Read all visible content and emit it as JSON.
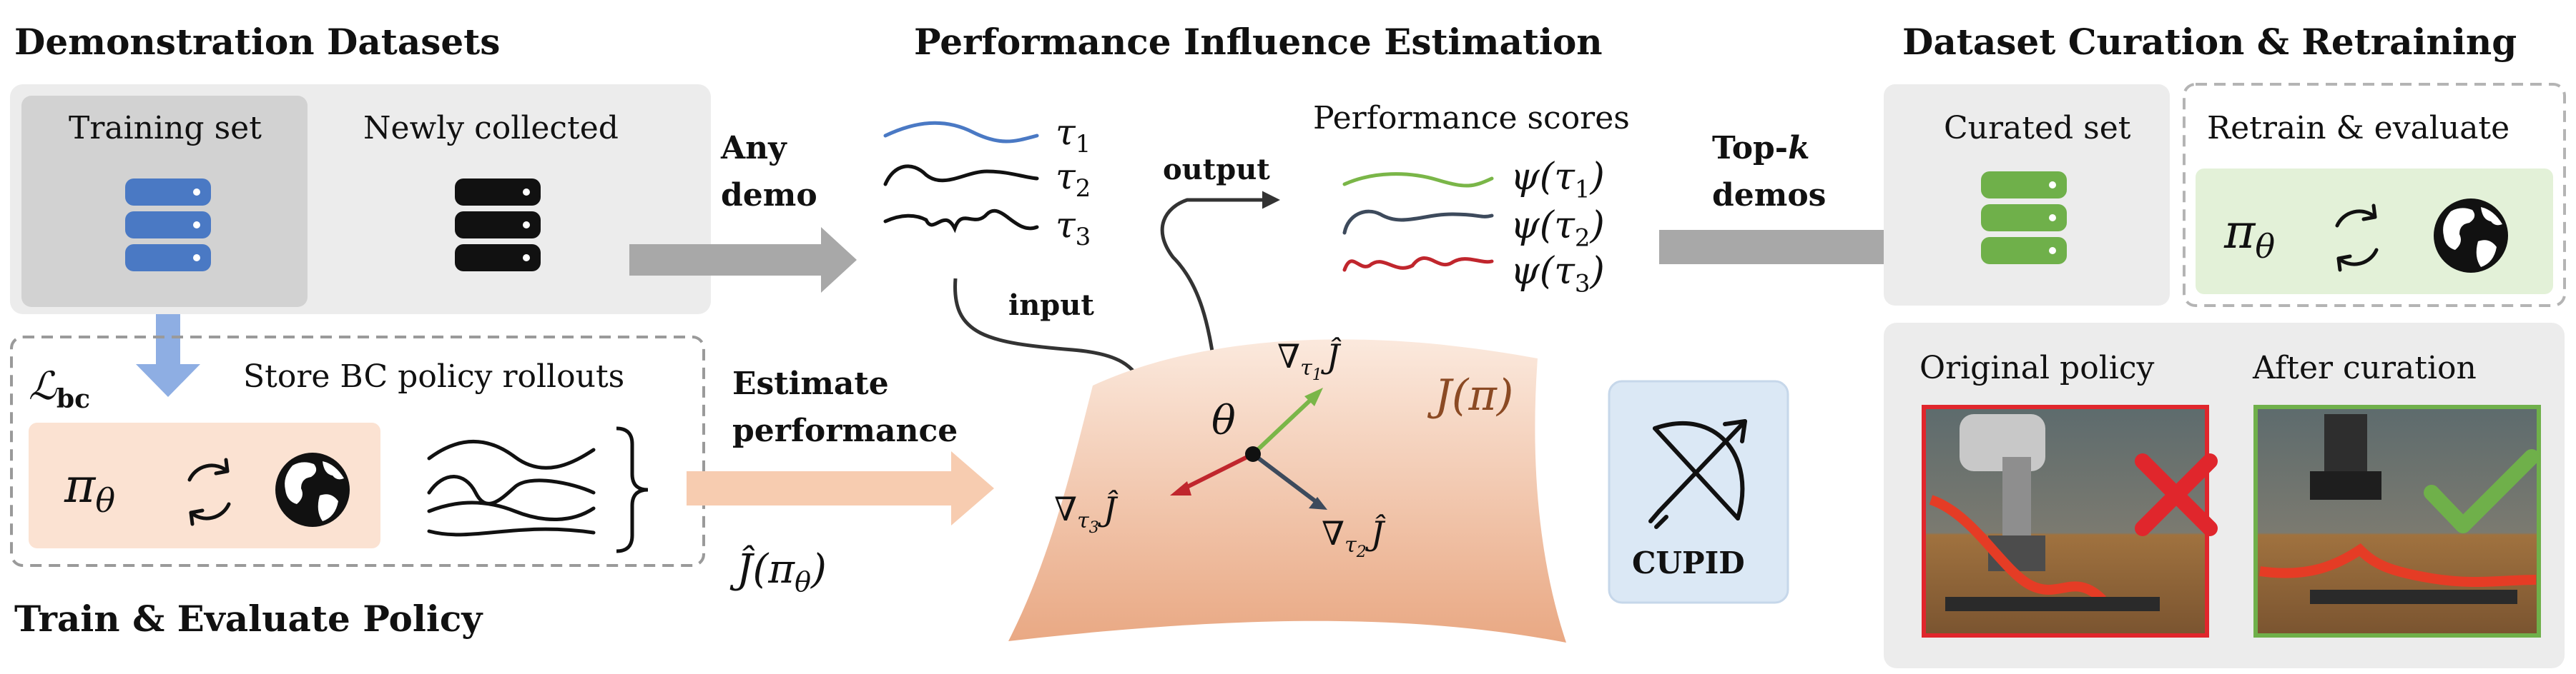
{
  "headings": {
    "demo_datasets": "Demonstration Datasets",
    "pie": "Performance Influence Estimation",
    "curation": "Dataset Curation & Retraining",
    "train_eval": "Train & Evaluate Policy"
  },
  "datasets": {
    "training_set": "Training set",
    "newly_collected": "Newly collected"
  },
  "policy": {
    "loss_label": "ℒ",
    "loss_sub": "bc",
    "store_rollouts": "Store BC policy rollouts",
    "pi": "π",
    "pi_sub": "θ"
  },
  "flow": {
    "any_demo_1": "Any",
    "any_demo_2": "demo",
    "estimate_1": "Estimate",
    "estimate_2": "performance",
    "j_hat": "Ĵ(π",
    "j_hat_sub": "θ",
    "j_hat_close": ")",
    "input": "input",
    "output": "output",
    "topk_1": "Top-",
    "topk_k": "k",
    "topk_2": "demos"
  },
  "demos": {
    "tau": "τ",
    "subs": [
      "1",
      "2",
      "3"
    ],
    "colors": [
      "#4a79c4",
      "#111111",
      "#111111"
    ]
  },
  "scores": {
    "title": "Performance scores",
    "psi_prefix": "ψ(τ",
    "psi_suffix": ")",
    "subs": [
      "1",
      "2",
      "3"
    ],
    "colors": [
      "#7ab648",
      "#3d4a5c",
      "#c0262d"
    ]
  },
  "landscape": {
    "objective": "J(π)",
    "theta": "θ",
    "nabla": "∇",
    "tau": "τ",
    "j_hat": "Ĵ",
    "subs": [
      "1",
      "2",
      "3"
    ],
    "arrow_colors": [
      "#7ab648",
      "#3d4a5c",
      "#c0262d"
    ]
  },
  "cupid": {
    "label": "CUPID"
  },
  "curation_panel": {
    "curated_set": "Curated set",
    "retrain": "Retrain & evaluate",
    "original_policy": "Original policy",
    "after_curation": "After curation"
  },
  "colors": {
    "panel_gray": "#ececec",
    "training_box": "#d2d2d2",
    "db_blue": "#4a79c4",
    "db_black": "#111111",
    "db_green": "#6fb04a",
    "policy_peach": "#fbe2d2",
    "retrain_green": "#e3f1d8",
    "cupid_blue": "#dbe8f5",
    "arrow_gray": "#a8a8a8",
    "arrow_peach": "#f7ccb0",
    "arrow_blue": "#8eaee3",
    "red": "#e0262c",
    "green_check": "#6fb04a"
  }
}
